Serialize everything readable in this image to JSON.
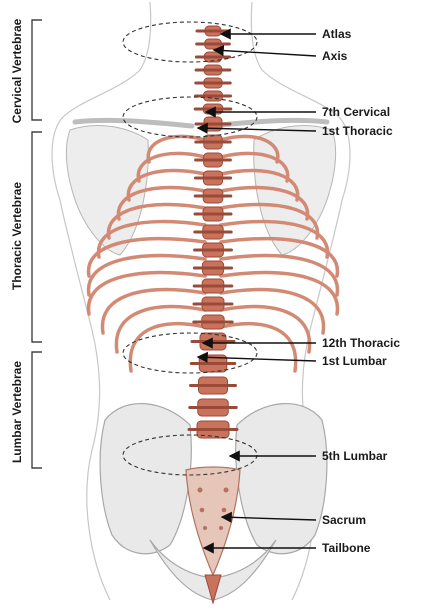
{
  "diagram": {
    "region_labels": [
      {
        "id": "cervical",
        "text": "Cervical Vertebrae"
      },
      {
        "id": "thoracic",
        "text": "Thoracic Vertebrae"
      },
      {
        "id": "lumbar",
        "text": "Lumbar Vertebrae"
      }
    ],
    "point_labels": [
      {
        "id": "atlas",
        "text": "Atlas"
      },
      {
        "id": "axis",
        "text": "Axis"
      },
      {
        "id": "c7",
        "text": "7th Cervical"
      },
      {
        "id": "t1",
        "text": "1st Thoracic"
      },
      {
        "id": "t12",
        "text": "12th Thoracic"
      },
      {
        "id": "l1",
        "text": "1st Lumbar"
      },
      {
        "id": "l5",
        "text": "5th Lumbar"
      },
      {
        "id": "sacrum",
        "text": "Sacrum"
      },
      {
        "id": "tailbone",
        "text": "Tailbone"
      }
    ],
    "colors": {
      "bone": "#c9725c",
      "bone_dark": "#9a4a38",
      "rib": "#d38a74",
      "body_outline": "#c7c7c7",
      "pelvis": "#e9e9e9",
      "ink": "#111111"
    }
  }
}
